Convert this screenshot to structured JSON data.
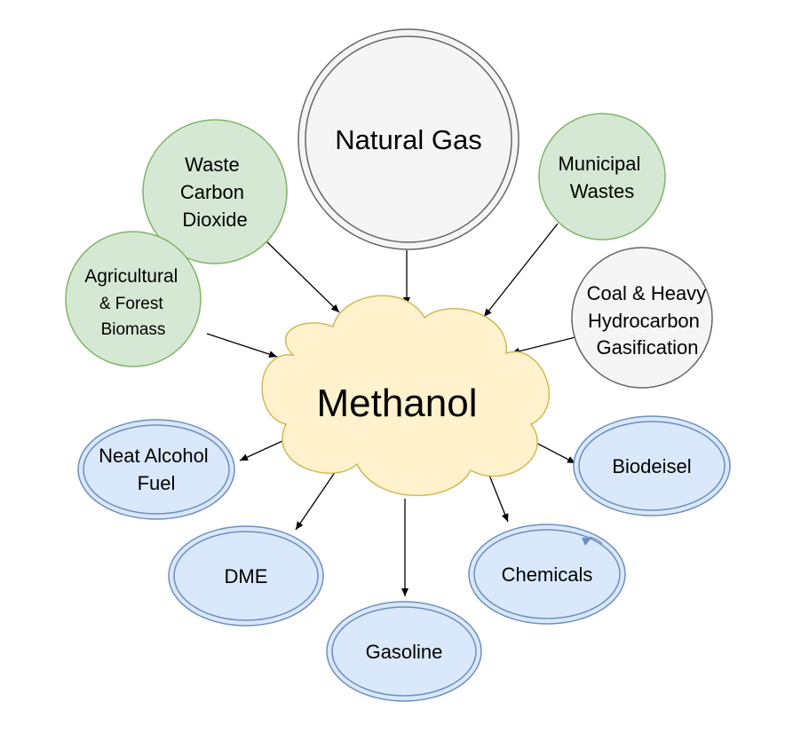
{
  "center": {
    "label": "Methanol"
  },
  "sources": {
    "natural_gas": {
      "label": "Natural Gas"
    },
    "waste_co2": {
      "lines": [
        "Waste",
        "Carbon",
        "Dioxide"
      ]
    },
    "municipal": {
      "lines": [
        "Municipal",
        "Wastes"
      ]
    },
    "agricultural": {
      "lines": [
        "Agricultural",
        "& Forest",
        "Biomass"
      ]
    },
    "coal": {
      "lines": [
        "Coal & Heavy",
        "Hydrocarbon",
        "Gasification"
      ]
    }
  },
  "products": {
    "neat_alcohol": {
      "lines": [
        "Neat Alcohol",
        "Fuel"
      ]
    },
    "biodeisel": {
      "label": "Biodeisel"
    },
    "dme": {
      "label": "DME"
    },
    "chemicals": {
      "label": "Chemicals"
    },
    "gasoline": {
      "label": "Gasoline"
    }
  },
  "colors": {
    "renewable_fill": "#d5e8d4",
    "renewable_stroke": "#82b366",
    "fossil_fill": "#f5f5f5",
    "fossil_stroke": "#666666",
    "center_fill": "#fff2cc",
    "center_stroke": "#d6b656",
    "product_fill": "#dae8fc",
    "product_stroke": "#6c8ebf"
  }
}
